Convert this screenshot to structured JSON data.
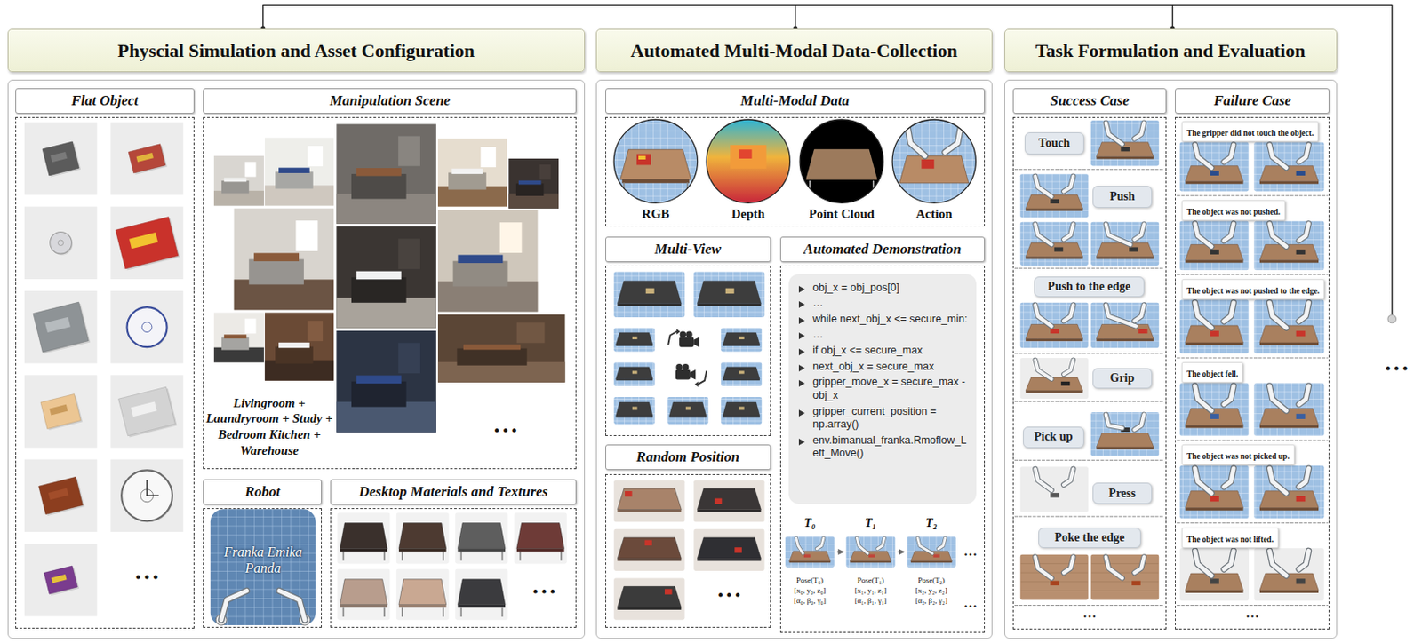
{
  "diagram": {
    "nodes": [
      {
        "text": [
          "Physcial Simulation and Asset Configuration"
        ]
      },
      {
        "text": [
          "Flat Object",
          "• • •"
        ],
        "in": 0
      },
      {
        "text": [
          "Manipulation Scene",
          "Livingroom + Laundryroom + Study + Bedroom Kitchen + Warehouse",
          "• • •"
        ],
        "in": 0
      },
      {
        "text": [
          "Robot",
          "Franka Emika Panda"
        ],
        "in": 0
      },
      {
        "text": [
          "Desktop Materials and Textures",
          "• • •"
        ],
        "in": 0
      },
      {
        "text": [
          "Automated Multi-Modal Data-Collection"
        ]
      },
      {
        "text": [
          "Multi-Modal Data"
        ],
        "in": 5
      },
      {
        "text": [
          "RGB"
        ],
        "in": 6
      },
      {
        "text": [
          "Depth"
        ],
        "in": 6
      },
      {
        "text": [
          "Point Cloud"
        ],
        "in": 6
      },
      {
        "text": [
          "Action"
        ],
        "in": 6
      },
      {
        "text": [
          "Multi-View"
        ],
        "in": 5
      },
      {
        "text": [
          "Automated Demonstration"
        ],
        "in": 5
      },
      {
        "text": [
          "obj_x = obj_pos[0]",
          "…",
          "while next_obj_x <= secure_min:",
          "…",
          "if obj_x <= secure_max",
          "next_obj_x = secure_max",
          "gripper_move_x = secure_max - obj_x",
          "gripper_current_position = np.array()",
          "env.bimanual_franka.Rmoflow_Left_Move()"
        ],
        "in": 12
      },
      {
        "text": [
          "T₀",
          "Pose(T₀)",
          "[x₀, y₀, z₀]",
          "[α₀, β₀, γ₀]"
        ],
        "in": 12
      },
      {
        "text": [
          "T₁",
          "Pose(T₁)",
          "[x₁, y₁, z₁]",
          "[α₁, β₁, γ₁]"
        ],
        "in": 12
      },
      {
        "text": [
          "T₂",
          "Pose(T₂)",
          "[x₂, y₂, z₂]",
          "[α₂, β₂, γ₂]"
        ],
        "in": 12
      },
      {
        "text": [
          "Random Position",
          "• • •"
        ],
        "in": 5
      },
      {
        "text": [
          "Task Formulation and Evaluation"
        ]
      },
      {
        "text": [
          "Success Case",
          "…"
        ],
        "in": 18
      },
      {
        "text": [
          "Touch"
        ],
        "in": 19
      },
      {
        "text": [
          "Push"
        ],
        "in": 19
      },
      {
        "text": [
          "Push to the edge"
        ],
        "in": 19
      },
      {
        "text": [
          "Grip"
        ],
        "in": 19
      },
      {
        "text": [
          "Pick up"
        ],
        "in": 19
      },
      {
        "text": [
          "Press"
        ],
        "in": 19
      },
      {
        "text": [
          "Poke the edge"
        ],
        "in": 19
      },
      {
        "text": [
          "Failure Case",
          "…"
        ],
        "in": 18
      },
      {
        "text": [
          "The gripper did not touch the object."
        ],
        "in": 27
      },
      {
        "text": [
          "The object was not pushed."
        ],
        "in": 27
      },
      {
        "text": [
          "The object was not pushed to the edge."
        ],
        "in": 27
      },
      {
        "text": [
          "The object fell."
        ],
        "in": 27
      },
      {
        "text": [
          "The object was not picked up."
        ],
        "in": 27
      },
      {
        "text": [
          "The object was not lifted."
        ],
        "in": 27
      }
    ],
    "edges": [
      {
        "from": 14,
        "to": 15,
        "arrow": "to"
      },
      {
        "from": 15,
        "to": 16,
        "arrow": "to"
      }
    ],
    "labels": [
      "• • •",
      "…",
      "…"
    ]
  }
}
